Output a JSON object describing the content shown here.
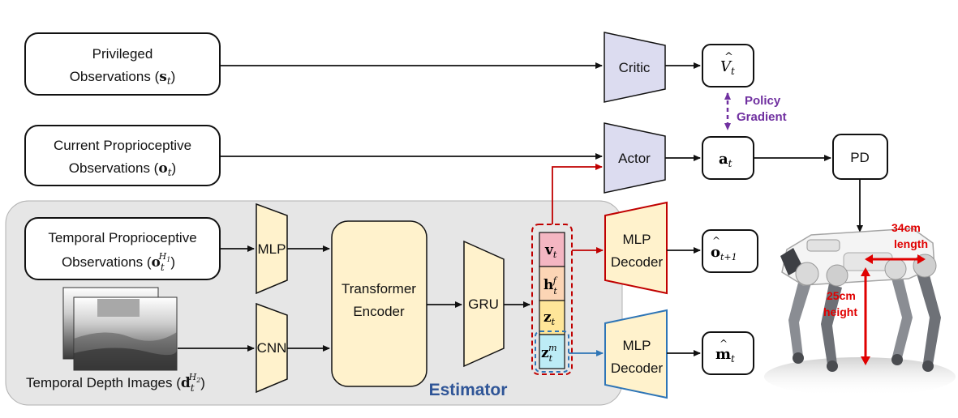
{
  "boxes": {
    "privileged": {
      "line1": "Privileged",
      "line2": "Observations (",
      "sym": "s",
      "sub": "t",
      "close": ")"
    },
    "current": {
      "line1": "Current Proprioceptive",
      "line2": "Observations (",
      "sym": "o",
      "sub": "t",
      "close": ")"
    },
    "temporal": {
      "line1": "Temporal Proprioceptive",
      "line2": "Observations (",
      "sym": "o",
      "sub": "t",
      "sup": "H",
      "supsub": "1",
      "close": ")"
    },
    "depth": {
      "label": "Temporal Depth Images (",
      "sym": "d",
      "sub": "t",
      "sup": "H",
      "supsub": "2",
      "close": ")"
    }
  },
  "modules": {
    "critic": "Critic",
    "actor": "Actor",
    "pd": "PD",
    "mlp": "MLP",
    "cnn": "CNN",
    "transformer_line1": "Transformer",
    "transformer_line2": "Encoder",
    "gru": "GRU",
    "decoder1_line1": "MLP",
    "decoder1_line2": "Decoder",
    "decoder2_line1": "MLP",
    "decoder2_line2": "Decoder"
  },
  "outputs": {
    "value": {
      "sym": "V",
      "sub": "t"
    },
    "action": {
      "sym": "a",
      "sub": "t"
    },
    "obs_pred": {
      "sym": "o",
      "sub": "t+1"
    },
    "map_pred": {
      "sym": "m",
      "sub": "t"
    }
  },
  "latent": {
    "v": {
      "sym": "v",
      "sub": "t"
    },
    "h": {
      "sym": "h",
      "sub": "t",
      "sup": "f"
    },
    "z": {
      "sym": "z",
      "sub": "t"
    },
    "zm": {
      "sym": "z",
      "sub": "t",
      "sup": "m"
    }
  },
  "policy_gradient": {
    "line1": "Policy",
    "line2": "Gradient"
  },
  "estimator_label": "Estimator",
  "robot": {
    "length": "34cm",
    "length_label": "length",
    "height": "25cm",
    "height_label": "height"
  },
  "colors": {
    "estimator_bg": "#e6e6e6",
    "module_yellow": "#fff2cc",
    "module_purple": "#dcdcf0",
    "latent_v": "#f4b6c2",
    "latent_h": "#fcd5b5",
    "latent_z": "#ffe699",
    "latent_zm": "#bdecf6",
    "red": "#c00000",
    "blue": "#2e75b6",
    "purple": "#7030a0",
    "estimator_text": "#2f5597"
  }
}
